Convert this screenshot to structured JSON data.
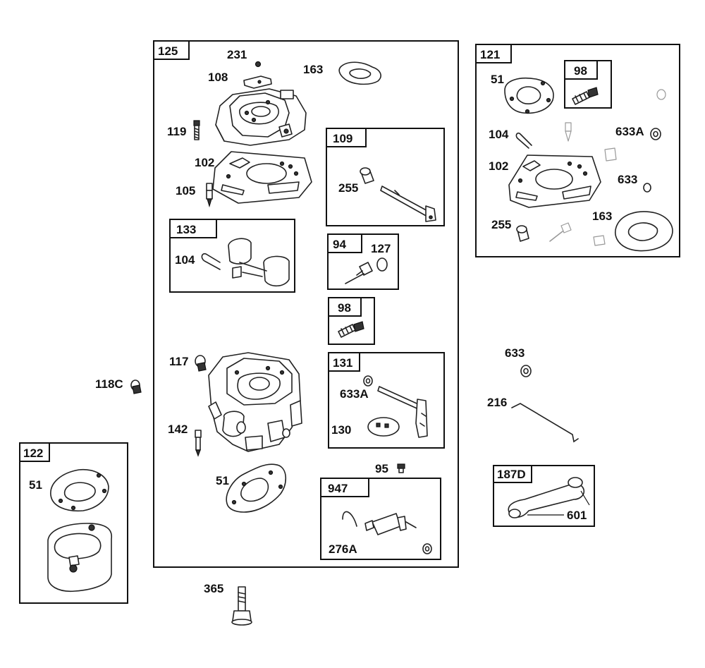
{
  "groups": {
    "g125": "125",
    "g121": "121",
    "g109": "109",
    "g133": "133",
    "g94": "94",
    "g98a": "98",
    "g98b": "98",
    "g131": "131",
    "g947": "947",
    "g122": "122",
    "g187d": "187D"
  },
  "parts": {
    "p231": "231",
    "p108": "108",
    "p163a": "163",
    "p119": "119",
    "p102a": "102",
    "p105": "105",
    "p255a": "255",
    "p104a": "104",
    "p127": "127",
    "p117": "117",
    "p118c": "118C",
    "p633a_a": "633A",
    "p130": "130",
    "p142": "142",
    "p51a": "51",
    "p95": "95",
    "p276a": "276A",
    "p51b": "51",
    "p102b": "102",
    "p104b": "104",
    "p633a_b": "633A",
    "p633a": "633",
    "p255b": "255",
    "p163b": "163",
    "p633b": "633",
    "p216": "216",
    "p601": "601",
    "p51c": "51",
    "p365": "365"
  },
  "icons": [
    "carburetor-top-icon",
    "carburetor-body-icon",
    "gasket-icon",
    "float-icon",
    "screw-icon",
    "needle-valve-icon",
    "solenoid-icon",
    "throttle-shaft-icon",
    "fuel-line-icon",
    "spacer-block-icon",
    "bolt-icon",
    "link-rod-icon"
  ]
}
